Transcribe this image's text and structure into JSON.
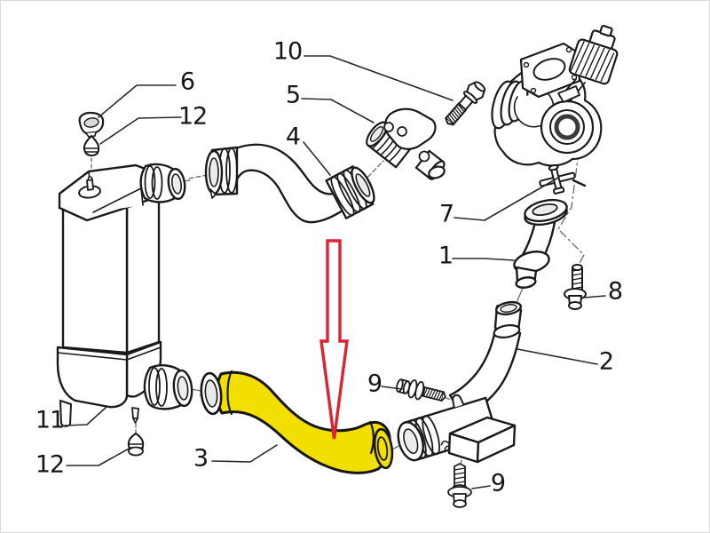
{
  "diagram": {
    "description": "Exploded parts diagram of a turbocharger / intercooler air hose assembly with numbered callouts; part 3 (lower intercooler hose) is highlighted in yellow and marked by a red arrow",
    "background_color": "#ffffff",
    "border_color": "#d9d9d9",
    "line_color": "#1a1a1a",
    "highlight_color": "#f2df00",
    "arrow_color": "#dd2230",
    "highlighted_callout": "3",
    "callouts": [
      {
        "id": "callout-6",
        "label": "6"
      },
      {
        "id": "callout-12-top",
        "label": "12"
      },
      {
        "id": "callout-10",
        "label": "10"
      },
      {
        "id": "callout-5",
        "label": "5"
      },
      {
        "id": "callout-4",
        "label": "4"
      },
      {
        "id": "callout-7",
        "label": "7"
      },
      {
        "id": "callout-1",
        "label": "1"
      },
      {
        "id": "callout-8",
        "label": "8"
      },
      {
        "id": "callout-2",
        "label": "2"
      },
      {
        "id": "callout-9-upper",
        "label": "9"
      },
      {
        "id": "callout-9-lower",
        "label": "9"
      },
      {
        "id": "callout-11",
        "label": "11"
      },
      {
        "id": "callout-12-bottom",
        "label": "12"
      },
      {
        "id": "callout-3",
        "label": "3"
      }
    ]
  }
}
